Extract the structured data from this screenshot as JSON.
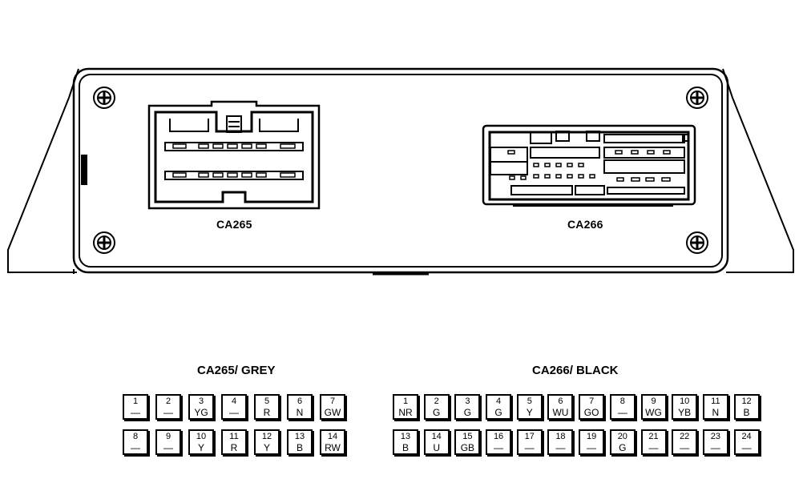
{
  "ecu": {
    "connector_left_label": "CA265",
    "connector_right_label": "CA266"
  },
  "tables": {
    "ca265": {
      "title": "CA265/ GREY",
      "pins": [
        {
          "n": "1",
          "c": "—"
        },
        {
          "n": "2",
          "c": "—"
        },
        {
          "n": "3",
          "c": "YG"
        },
        {
          "n": "4",
          "c": "—"
        },
        {
          "n": "5",
          "c": "R"
        },
        {
          "n": "6",
          "c": "N"
        },
        {
          "n": "7",
          "c": "GW"
        },
        {
          "n": "8",
          "c": "—"
        },
        {
          "n": "9",
          "c": "—"
        },
        {
          "n": "10",
          "c": "Y"
        },
        {
          "n": "11",
          "c": "R"
        },
        {
          "n": "12",
          "c": "Y"
        },
        {
          "n": "13",
          "c": "B"
        },
        {
          "n": "14",
          "c": "RW"
        }
      ]
    },
    "ca266": {
      "title": "CA266/ BLACK",
      "pins": [
        {
          "n": "1",
          "c": "NR"
        },
        {
          "n": "2",
          "c": "G"
        },
        {
          "n": "3",
          "c": "G"
        },
        {
          "n": "4",
          "c": "G"
        },
        {
          "n": "5",
          "c": "Y"
        },
        {
          "n": "6",
          "c": "WU"
        },
        {
          "n": "7",
          "c": "GO"
        },
        {
          "n": "8",
          "c": "—"
        },
        {
          "n": "9",
          "c": "WG"
        },
        {
          "n": "10",
          "c": "YB"
        },
        {
          "n": "11",
          "c": "N"
        },
        {
          "n": "12",
          "c": "B"
        },
        {
          "n": "13",
          "c": "B"
        },
        {
          "n": "14",
          "c": "U"
        },
        {
          "n": "15",
          "c": "GB"
        },
        {
          "n": "16",
          "c": "—"
        },
        {
          "n": "17",
          "c": "—"
        },
        {
          "n": "18",
          "c": "—"
        },
        {
          "n": "19",
          "c": "—"
        },
        {
          "n": "20",
          "c": "G"
        },
        {
          "n": "21",
          "c": "—"
        },
        {
          "n": "22",
          "c": "—"
        },
        {
          "n": "23",
          "c": "—"
        },
        {
          "n": "24",
          "c": "—"
        }
      ]
    }
  }
}
